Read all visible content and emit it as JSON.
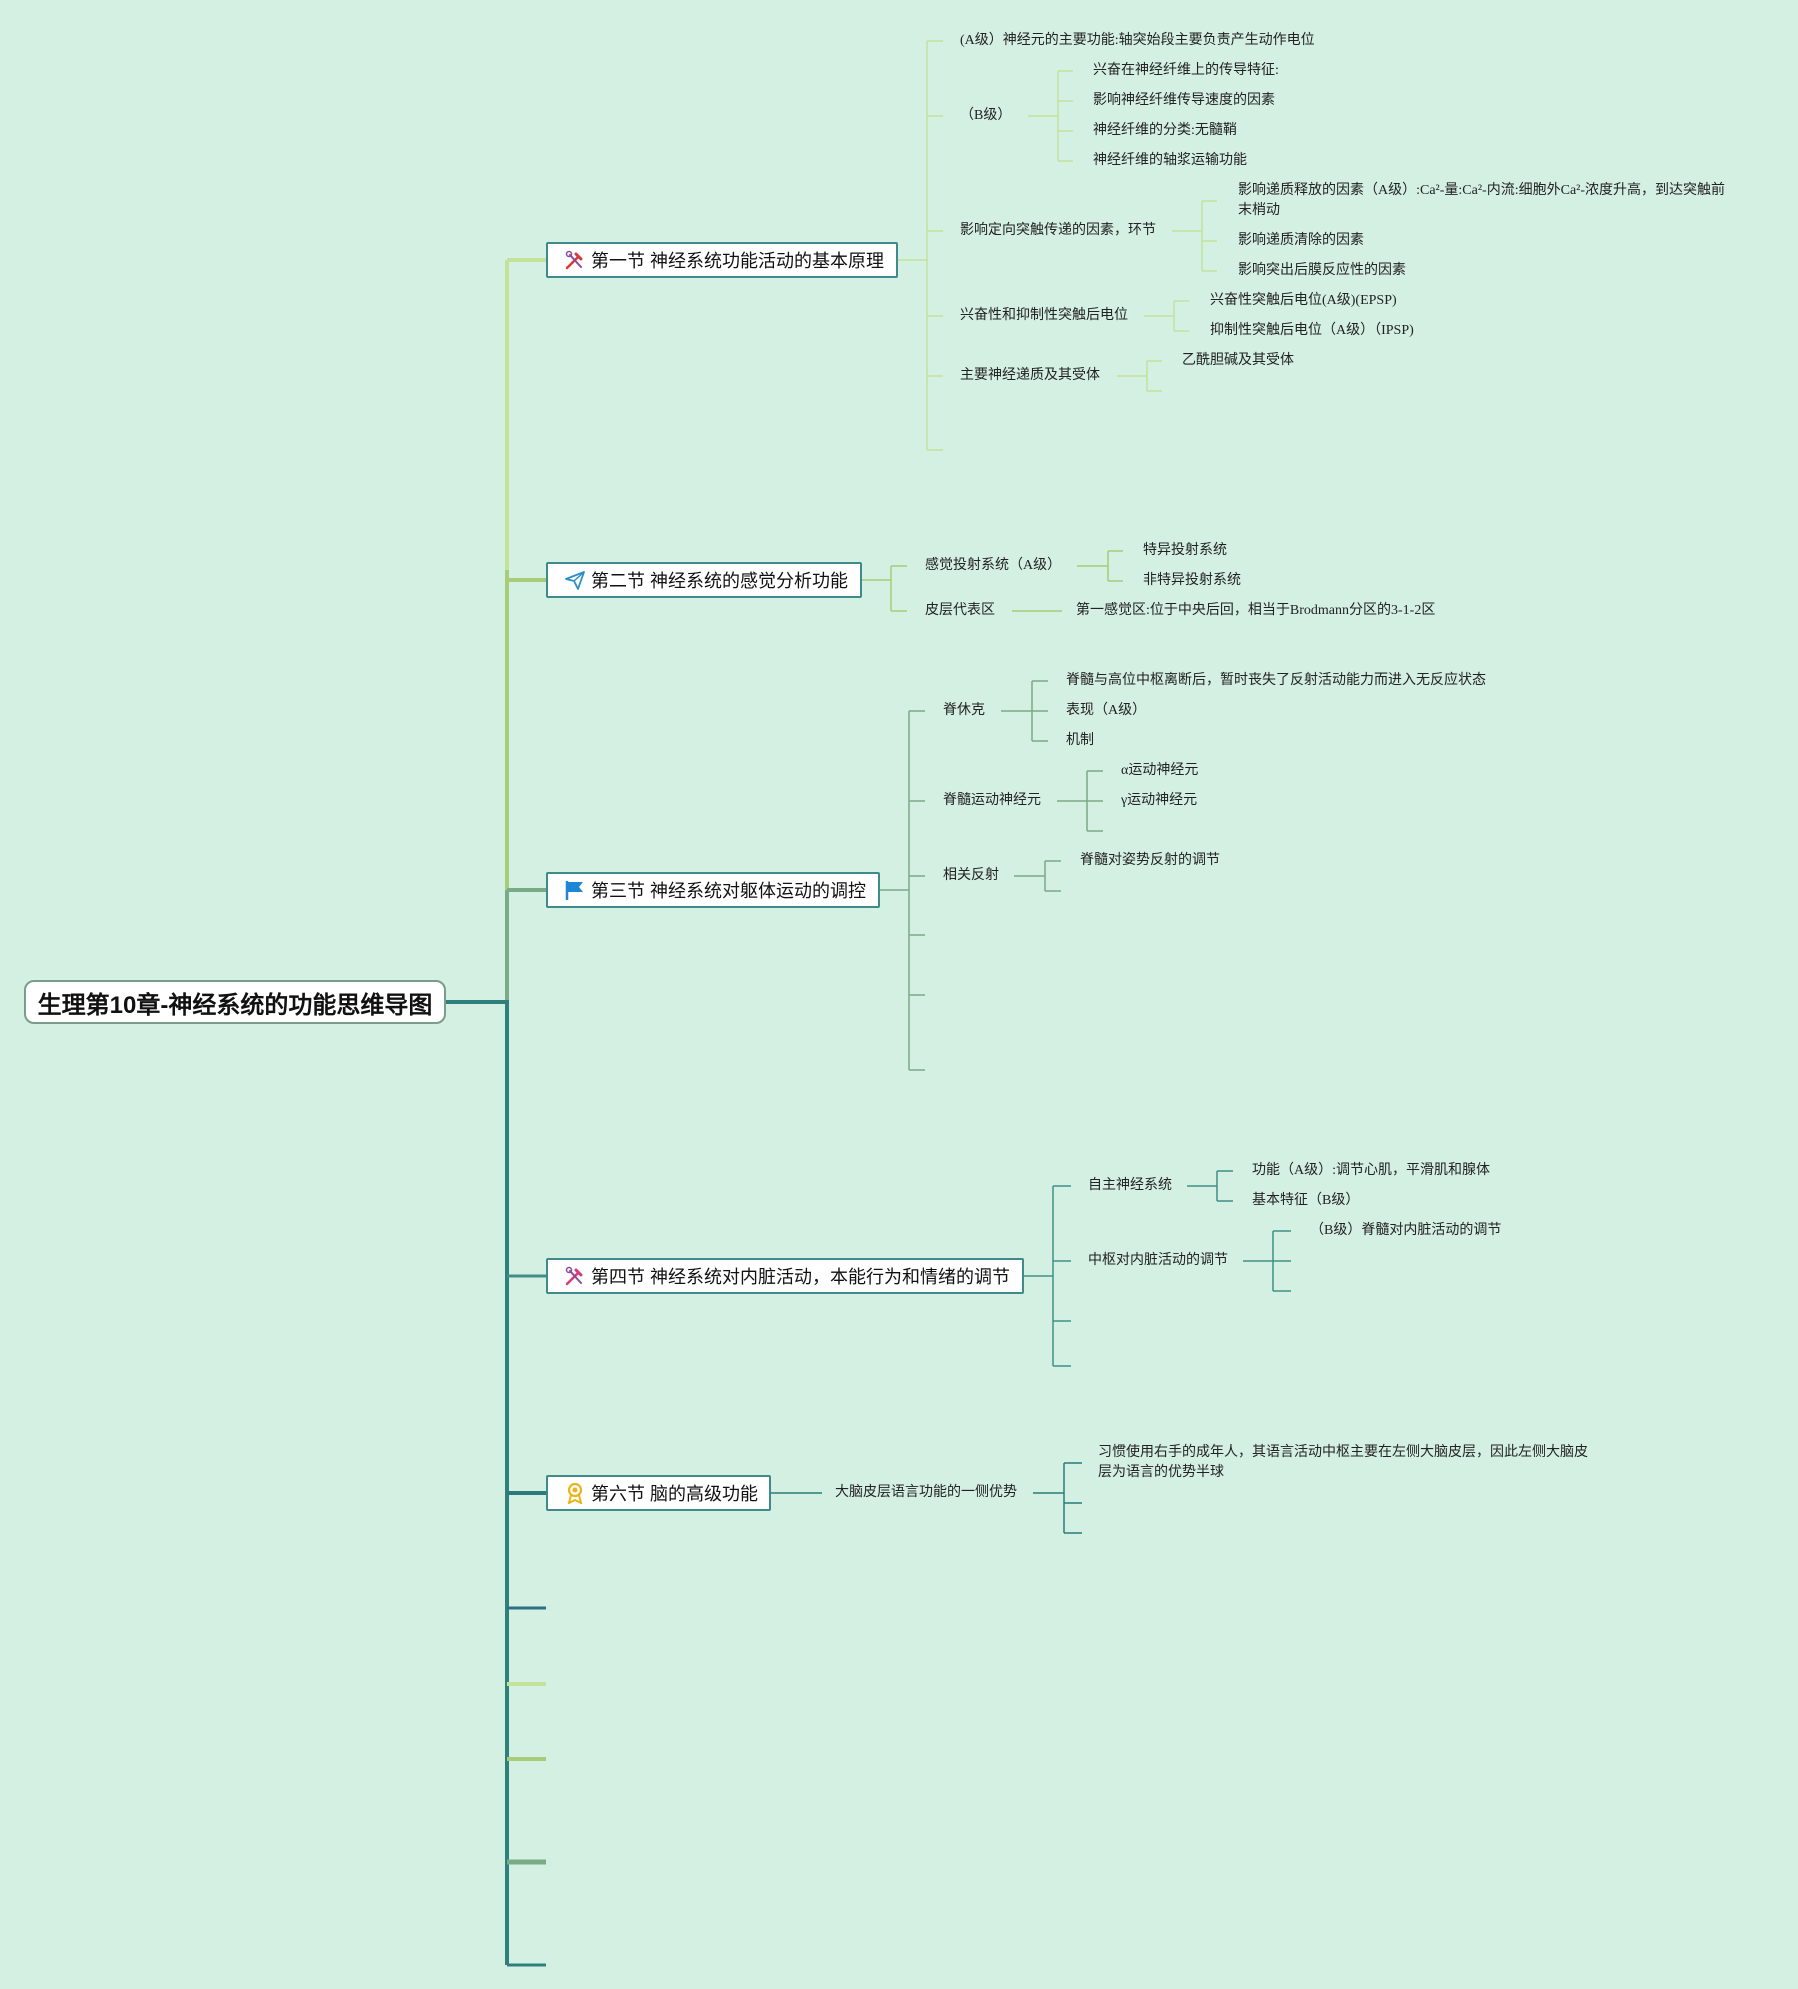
{
  "root": {
    "title": "生理第10章-神经系统的功能思维导图"
  },
  "sections": {
    "s1": {
      "title": "第一节 神经系统功能活动的基本原理",
      "icon": "tools-icon",
      "n1": "(A级）神经元的主要功能:轴突始段主要负责产生动作电位",
      "n2": "（B级）",
      "n2a": "兴奋在神经纤维上的传导特征:",
      "n2b": "影响神经纤维传导速度的因素",
      "n2c": "神经纤维的分类:无髓鞘",
      "n2d": "神经纤维的轴浆运输功能",
      "n3": "影响定向突触传递的因素，环节",
      "n3a": "影响递质释放的因素（A级）:Ca²-量:Ca²-内流:细胞外Ca²-浓度升高，到达突触前末梢动",
      "n3b": "影响递质清除的因素",
      "n3c": "影响突出后膜反应性的因素",
      "n4": "兴奋性和抑制性突触后电位",
      "n4a": "兴奋性突触后电位(A级)(EPSP)",
      "n4b": "抑制性突触后电位（A级）（IPSP)",
      "n5": "主要神经递质及其受体",
      "n5a": "乙酰胆碱及其受体"
    },
    "s2": {
      "title": "第二节 神经系统的感觉分析功能",
      "icon": "paper-plane-icon",
      "n1": "感觉投射系统（A级）",
      "n1a": "特异投射系统",
      "n1b": "非特异投射系统",
      "n2": "皮层代表区",
      "n2a": "第一感觉区:位于中央后回，相当于Brodmann分区的3-1-2区"
    },
    "s3": {
      "title": "第三节 神经系统对躯体运动的调控",
      "icon": "flag-icon",
      "n1": "脊休克",
      "n1a": "脊髓与高位中枢离断后，暂时丧失了反射活动能力而进入无反应状态",
      "n1b": "表现（A级）",
      "n1c": "机制",
      "n2": "脊髓运动神经元",
      "n2a": "α运动神经元",
      "n2b": "γ运动神经元",
      "n3": "相关反射",
      "n3a": "脊髓对姿势反射的调节"
    },
    "s4": {
      "title": "第四节 神经系统对内脏活动，本能行为和情绪的调节",
      "icon": "tools-icon",
      "n1": "自主神经系统",
      "n1a": "功能（A级）:调节心肌，平滑肌和腺体",
      "n1b": "基本特征（B级）",
      "n2": "中枢对内脏活动的调节",
      "n2a": "（B级）脊髓对内脏活动的调节"
    },
    "s6": {
      "title": "第六节 脑的高级功能",
      "icon": "award-icon",
      "n1": "大脑皮层语言功能的一侧优势",
      "n1a": "习惯使用右手的成年人，其语言活动中枢主要在左侧大脑皮层，因此左侧大脑皮层为语言的优势半球"
    }
  },
  "colors": {
    "background": "#d4f0e2",
    "branch1": "#c4e29a",
    "branch2": "#a8cc78",
    "branch3": "#7aab86",
    "branch4": "#3f8f88",
    "branch5": "#2f7f7c",
    "branch6": "#2d6f82"
  }
}
